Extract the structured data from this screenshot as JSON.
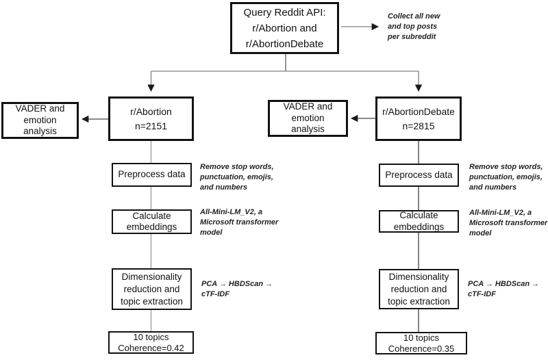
{
  "colors": {
    "box_border": "#111111",
    "text": "#111111",
    "connector_gray": "#a6a6a6",
    "connector_mid": "#808080",
    "connector_dark": "#404040",
    "arrowhead": "#1a1a1a"
  },
  "root_box": {
    "lines": [
      "Query Reddit API:",
      "r/Abortion and",
      "r/AbortionDebate"
    ]
  },
  "root_note": {
    "lines": [
      "Collect all new",
      "and top posts",
      "per subreddit"
    ]
  },
  "left_branch": {
    "source_box": {
      "lines": [
        "r/Abortion",
        "n=2151"
      ]
    },
    "vader_box": {
      "lines": [
        "VADER and",
        "emotion",
        "analysis"
      ]
    },
    "preprocess_box": {
      "label": "Preprocess data"
    },
    "preprocess_note": {
      "lines": [
        "Remove stop words,",
        "punctuation, emojis,",
        "and numbers"
      ]
    },
    "embeddings_box": {
      "lines": [
        "Calculate",
        "embeddings"
      ]
    },
    "embeddings_note": {
      "lines": [
        "All-Mini-LM_V2, a",
        "Microsoft transformer",
        "model"
      ]
    },
    "dimred_box": {
      "lines": [
        "Dimensionality",
        "reduction and",
        "topic extraction"
      ]
    },
    "dimred_note": {
      "lines": [
        "PCA → HBDScan →",
        "cTF-IDF"
      ]
    },
    "result_box": {
      "lines": [
        "10 topics",
        "Coherence=0.42"
      ]
    }
  },
  "right_branch": {
    "source_box": {
      "lines": [
        "r/AbortionDebate",
        "n=2815"
      ]
    },
    "vader_box": {
      "lines": [
        "VADER and",
        "emotion",
        "analysis"
      ]
    },
    "preprocess_box": {
      "label": "Preprocess data"
    },
    "preprocess_note": {
      "lines": [
        "Remove stop words,",
        "punctuation, emojis,",
        "and numbers"
      ]
    },
    "embeddings_box": {
      "lines": [
        "Calculate",
        "embeddings"
      ]
    },
    "embeddings_note": {
      "lines": [
        "All-Mini-LM_V2, a",
        "Microsoft transformer",
        "model"
      ]
    },
    "dimred_box": {
      "lines": [
        "Dimensionality",
        "reduction and",
        "topic extraction"
      ]
    },
    "dimred_note": {
      "lines": [
        "PCA → HBDScan →",
        "cTF-IDF"
      ]
    },
    "result_box": {
      "lines": [
        "10 topics",
        "Coherence=0.35"
      ]
    }
  }
}
